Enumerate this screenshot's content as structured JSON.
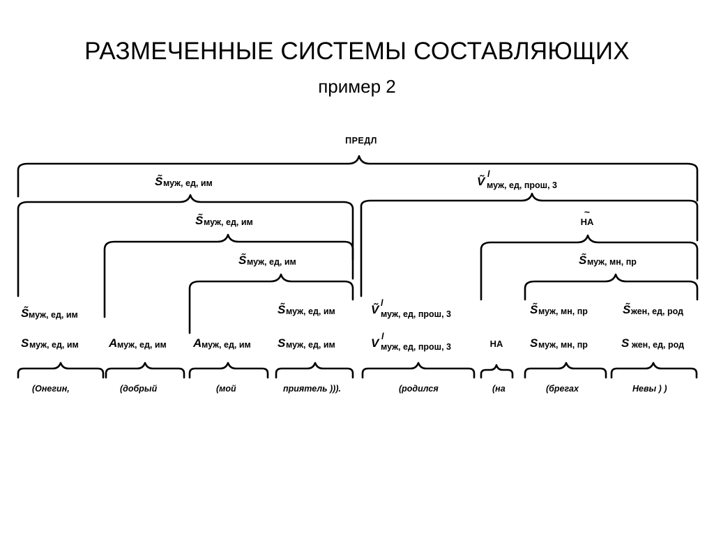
{
  "title": "РАЗМЕЧЕННЫЕ СИСТЕМЫ СОСТАВЛЯЮЩИХ",
  "subtitle": "пример 2",
  "tree": {
    "root": "ПРЕДЛ",
    "nodes": {
      "np_main": {
        "sym": "S̃",
        "tag": "муж, ед, им"
      },
      "vp_main": {
        "sym": "Ṽ",
        "sup": "l",
        "tag": "муж, ед, прош, 3"
      },
      "np_mid": {
        "sym": "S̃",
        "tag": "муж, ед, им"
      },
      "pp": {
        "sym": "НА",
        "tilde": "~"
      },
      "np_inner": {
        "sym": "S̃",
        "tag": "муж, ед, им"
      },
      "np_pp": {
        "sym": "S̃",
        "tag": "муж, мн, пр"
      }
    },
    "leaves": [
      {
        "cat_sym": "S̃",
        "cat_tag": "муж, ед, им",
        "lex_sym": "S",
        "lex_tag": "муж, ед, им",
        "word": "(Онегин,"
      },
      {
        "lex_sym": "A",
        "lex_tag": "муж, ед, им",
        "word": "(добрый"
      },
      {
        "lex_sym": "A",
        "lex_tag": "муж, ед, им",
        "word": "(мой"
      },
      {
        "cat_sym": "S̃",
        "cat_tag": "муж, ед, им",
        "lex_sym": "S",
        "lex_tag": "муж, ед, им",
        "word": "приятель ))).",
        "closing": ")))."
      },
      {
        "cat_sym": "Ṽ",
        "cat_sup": "l",
        "cat_tag": "муж, ед, прош, 3",
        "lex_sym": "V",
        "lex_sup": "l",
        "lex_tag": "муж, ед, прош, 3",
        "word": "(родился"
      },
      {
        "lex_sym": "НА",
        "word": "(на"
      },
      {
        "cat_sym": "S̃",
        "cat_tag": "муж, мн, пр",
        "lex_sym": "S",
        "lex_tag": "муж, мн, пр",
        "word": "(брегах"
      },
      {
        "cat_sym": "S̃",
        "cat_tag": "жен, ед, род",
        "lex_sym": "S",
        "lex_tag": "жен, ед, род",
        "word": "Невы ) )"
      }
    ]
  }
}
